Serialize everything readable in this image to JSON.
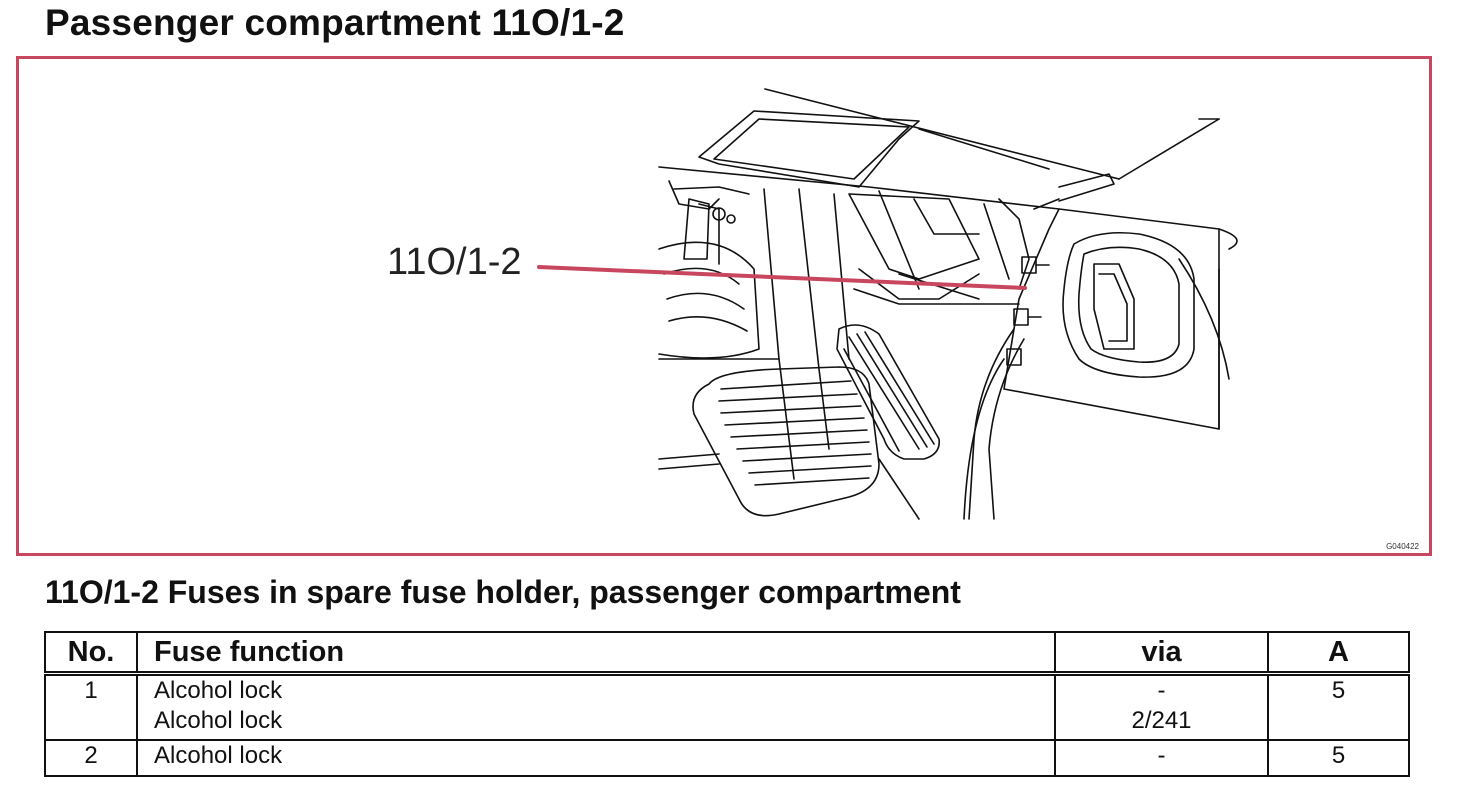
{
  "page": {
    "title": "Passenger compartment 11O/1-2"
  },
  "figure": {
    "callout": "11O/1-2",
    "code": "G040422",
    "callout_color": "#c8475e",
    "frame_color": "#c8475e"
  },
  "section": {
    "title": "11O/1-2 Fuses in spare fuse holder, passenger compartment"
  },
  "table": {
    "headers": {
      "no": "No.",
      "function": "Fuse function",
      "via": "via",
      "amp": "A"
    },
    "rows": [
      {
        "no": "1",
        "function_1": "Alcohol lock",
        "function_2": "Alcohol lock",
        "via_1": "-",
        "via_2": "2/241",
        "amp": "5"
      },
      {
        "no": "2",
        "function_1": "Alcohol lock",
        "via_1": "-",
        "amp": "5"
      }
    ]
  }
}
